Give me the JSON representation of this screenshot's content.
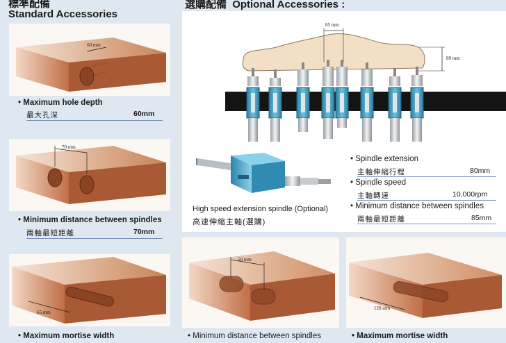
{
  "standard": {
    "title_zh": "標準配備",
    "title_en": "Standard Accessories",
    "items": [
      {
        "label": "Maximum hole depth",
        "label_zh": "最大孔深",
        "value": "60mm",
        "dim": "60 mm"
      },
      {
        "label": "Minimum distance between spindles",
        "label_zh": "兩軸最短距離",
        "value": "70mm",
        "dim": "70 mm"
      },
      {
        "label": "Maximum mortise width",
        "dim": "65 mm"
      }
    ]
  },
  "optional": {
    "title_zh": "選購配備",
    "title_en": "Optional Accessories",
    "top_dims": {
      "spacing": "85 mm",
      "extension": "80 mm"
    },
    "caption_en": "High speed extension spindle (Optional)",
    "caption_zh": "高速伸縮主軸(選購)",
    "specs": [
      {
        "label": "Spindle extension",
        "label_zh": "主軸伸縮行程",
        "value": "80mm"
      },
      {
        "label": "Spindle speed",
        "label_zh": "主軸轉速",
        "value": "10,000rpm"
      },
      {
        "label": "Minimum distance between spindles",
        "label_zh": "兩軸最短距離",
        "value": "85mm"
      }
    ],
    "bottom": [
      {
        "label": "Minimum distance between spindles",
        "dim": "50 mm"
      },
      {
        "label": "Maximum mortise width",
        "dim": "120 mm"
      }
    ]
  },
  "colors": {
    "background": "#dfe8f1",
    "wood": "#b9693f",
    "spindle_block": "#3f93b5",
    "rule": "#7b93b8"
  }
}
